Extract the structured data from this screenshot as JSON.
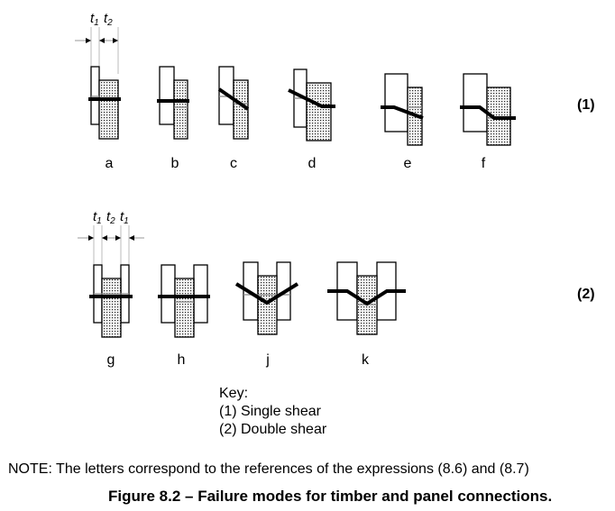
{
  "figure": {
    "row1_label": "(1)",
    "row2_label": "(2)",
    "dims_row1": [
      {
        "base": "t",
        "sub": "1"
      },
      {
        "base": "t",
        "sub": "2"
      }
    ],
    "dims_row2": [
      {
        "base": "t",
        "sub": "1"
      },
      {
        "base": "t",
        "sub": "2"
      },
      {
        "base": "t",
        "sub": "1"
      }
    ],
    "modes_single": [
      "a",
      "b",
      "c",
      "d",
      "e",
      "f"
    ],
    "modes_double": [
      "g",
      "h",
      "j",
      "k"
    ]
  },
  "key": {
    "title": "Key:",
    "items": [
      "(1) Single shear",
      "(2) Double shear"
    ]
  },
  "note": "NOTE: The letters correspond to the references of the expressions (8.6) and (8.7)",
  "caption": "Figure 8.2 – Failure modes for timber and panel connections.",
  "colors": {
    "line": "#000000",
    "dim": "#bbbbbb",
    "panel_fill": "#f4f4f4"
  }
}
